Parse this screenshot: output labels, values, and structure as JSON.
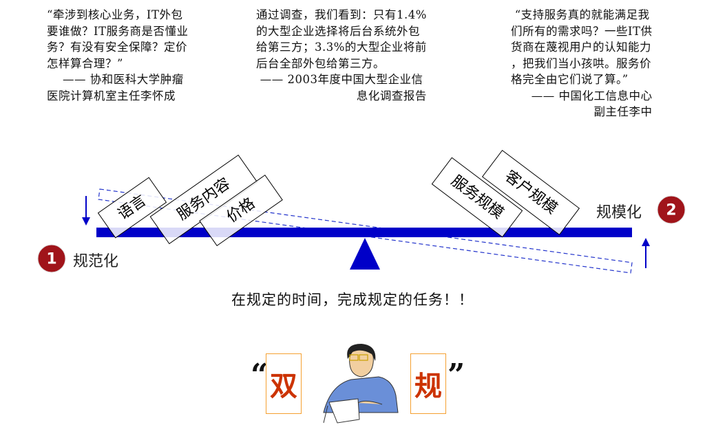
{
  "quotes": [
    {
      "lines": [
        "“牵涉到核心业务，IT外包",
        "要谁做？IT服务商是否懂业",
        "务？有没有安全保障？定价",
        "怎样算合理？”"
      ],
      "source": [
        "    —— 协和医科大学肿瘤",
        "医院计算机室主任李怀成"
      ]
    },
    {
      "lines": [
        "通过调查，我们看到：只有1.4%",
        "的大型企业选择将后台系统外包",
        "给第三方；3.3%的大型企业将前",
        "后台全部外包给第三方。"
      ],
      "source": [
        " —— 2003年度中国大型企业信",
        "息化调查报告"
      ]
    },
    {
      "lines": [
        " “支持服务真的就能满足我",
        "们所有的需求吗？一些IT供",
        "货商在蔑视用户的认知能力",
        "，把我们当小孩哄。服务价",
        "格完全由它们说了算。”"
      ],
      "source": [
        "—— 中国化工信息中心",
        "副主任李中"
      ]
    }
  ],
  "seesaw": {
    "left_items": [
      "语言",
      "服务内容",
      "价格"
    ],
    "right_items": [
      "服务规模",
      "客户规模"
    ],
    "left_label": {
      "number": "1",
      "text": "规范化"
    },
    "right_label": {
      "number": "2",
      "text": "规模化"
    },
    "beam_color": "#0000c8",
    "badge_color": "#a0141a"
  },
  "slogan": "在规定的时间，完成规定的任务！！",
  "double_rule": {
    "open_quote": "“",
    "char1": "双",
    "char2": "规",
    "close_quote": "”",
    "char_color": "#cc3300",
    "box_color": "#f5a030"
  }
}
